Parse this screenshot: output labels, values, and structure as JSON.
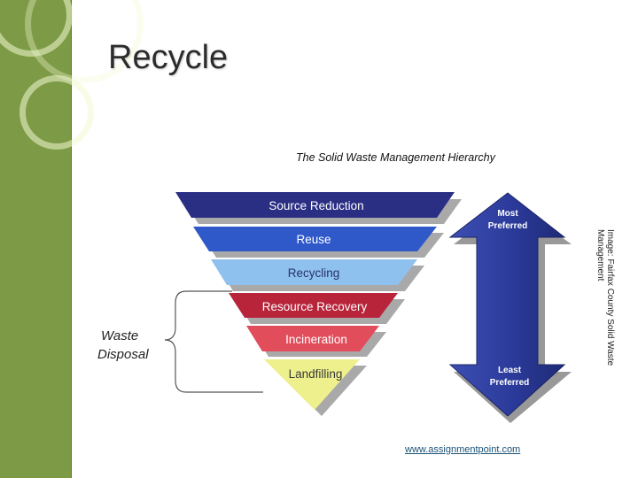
{
  "slide": {
    "title": "Recycle",
    "diagram_title": "The Solid Waste Management Hierarchy",
    "credit_line1": "Image: Fairfax County Solid Waste",
    "credit_line2": "Management",
    "link": "www.assignmentpoint.com"
  },
  "hierarchy": {
    "levels": [
      {
        "label": "Source Reduction",
        "color": "#2b2f84"
      },
      {
        "label": "Reuse",
        "color": "#2f58c8"
      },
      {
        "label": "Recycling",
        "color": "#8fc1ee"
      },
      {
        "label": "Resource Recovery",
        "color": "#b8243a"
      },
      {
        "label": "Incineration",
        "color": "#e24d5c"
      },
      {
        "label": "Landfilling",
        "color": "#eef08e"
      }
    ],
    "bracket_label_line1": "Waste",
    "bracket_label_line2": "Disposal",
    "arrow_top_line1": "Most",
    "arrow_top_line2": "Preferred",
    "arrow_bottom_line1": "Least",
    "arrow_bottom_line2": "Preferred",
    "arrow_color": "#2b3a9a"
  }
}
